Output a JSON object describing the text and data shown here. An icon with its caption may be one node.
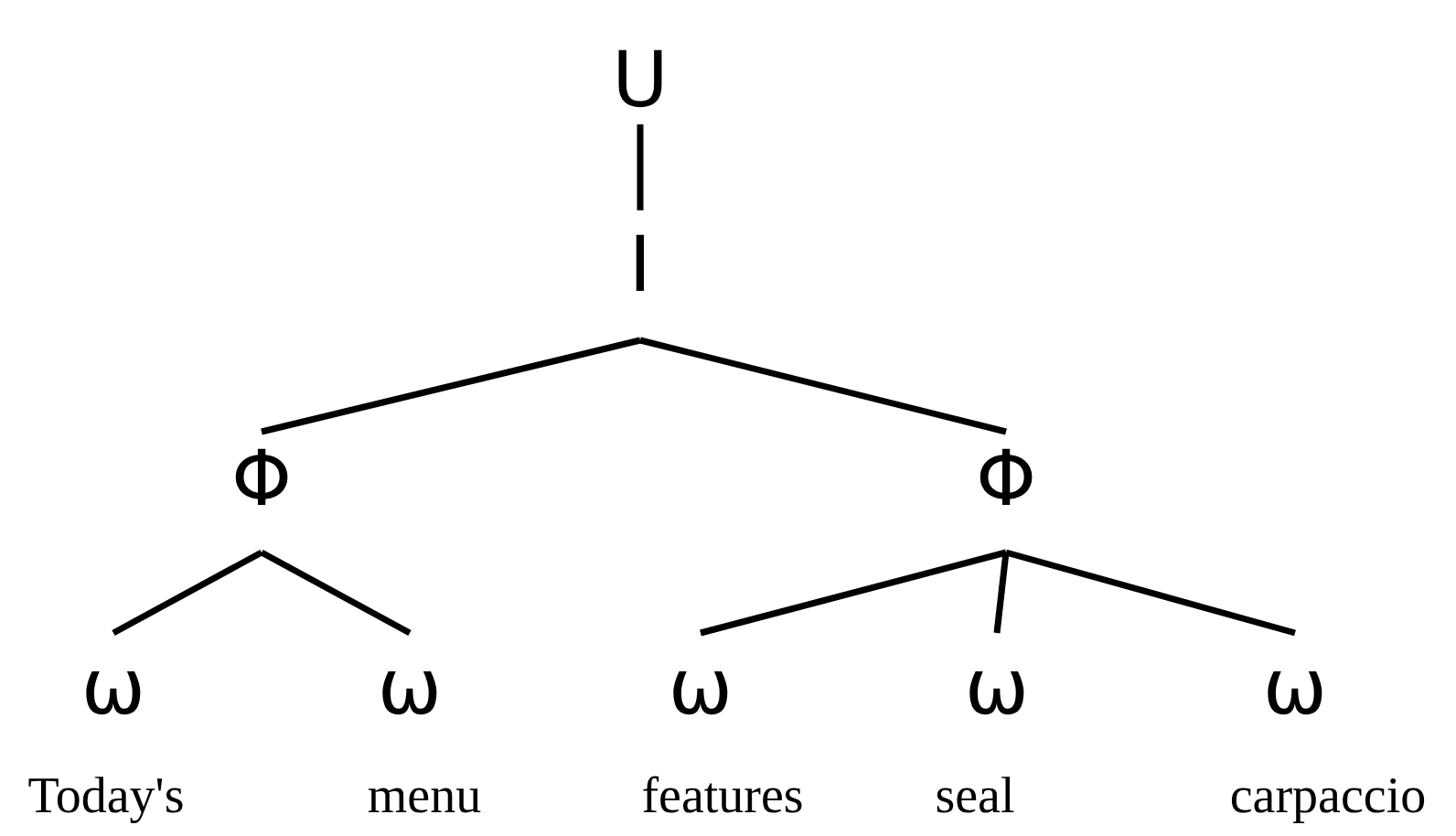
{
  "diagram": {
    "nodes": [
      {
        "text": [
          "U"
        ]
      },
      {
        "text": [
          "I"
        ]
      },
      {
        "text": [
          "Φ"
        ]
      },
      {
        "text": [
          "Φ"
        ]
      },
      {
        "text": [
          "ω"
        ],
        "beside": [
          "Today's"
        ]
      },
      {
        "text": [
          "ω"
        ],
        "beside": [
          "menu"
        ]
      },
      {
        "text": [
          "ω"
        ],
        "beside": [
          "features"
        ]
      },
      {
        "text": [
          "ω"
        ],
        "beside": [
          "seal"
        ]
      },
      {
        "text": [
          "ω"
        ],
        "beside": [
          "carpaccio"
        ]
      }
    ],
    "edges": [
      {
        "from": 0,
        "to": 1,
        "arrow": "none"
      },
      {
        "from": 1,
        "to": 2,
        "arrow": "none"
      },
      {
        "from": 1,
        "to": 3,
        "arrow": "none"
      },
      {
        "from": 2,
        "to": 4,
        "arrow": "none"
      },
      {
        "from": 2,
        "to": 5,
        "arrow": "none"
      },
      {
        "from": 3,
        "to": 6,
        "arrow": "none"
      },
      {
        "from": 3,
        "to": 7,
        "arrow": "none"
      },
      {
        "from": 3,
        "to": 8,
        "arrow": "none"
      }
    ]
  }
}
